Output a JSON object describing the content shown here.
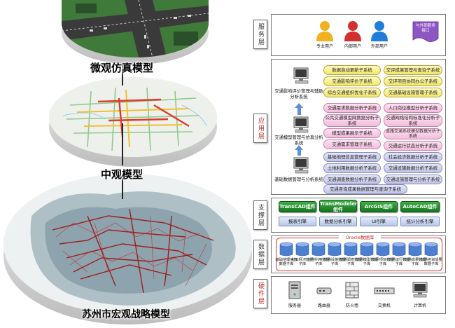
{
  "left": {
    "micro_label": "微观仿真模型",
    "meso_label": "中观模型",
    "macro_label": "苏州市宏观战略模型"
  },
  "layers": {
    "service": "服务层",
    "application": "应用层",
    "support": "支撑层",
    "data": "数据层",
    "hardware": "硬件层"
  },
  "service": {
    "users": [
      "专业用户",
      "内部用户",
      "外部用户"
    ],
    "interface_label": "与外部服务接口",
    "user_colors": [
      "#f0b21f",
      "#d32f2f",
      "#1f7fd8"
    ]
  },
  "application": {
    "group1": {
      "system": "交通影响评价管理与辅助分析系统",
      "left": [
        "数据自动更新子系统",
        "交通影响评价子系统",
        "综合交通组织优化子系统"
      ],
      "right": [
        "交评成果管理与查询子系统",
        "交评项目协同办公子系统",
        "交通基础设施管理子系统"
      ]
    },
    "group2": {
      "system": "交通模型管理与仿真分析系统",
      "left": [
        "交通需求数据分析子系统",
        "公共交通模型网数据分析子系统",
        "模型成果展示子系统",
        "交通需求管理子系统"
      ],
      "right": [
        "人口岗位模型分析子系统",
        "交通网络结构标准化分析子系统",
        "道路交通系统模型数据分析子系统",
        "交通运行状态分析子系统"
      ]
    },
    "group3": {
      "system": "基础数据管理与分析系统",
      "left": [
        "基础地理信息管理子系统",
        "土地利用数据分析子系统",
        "交通调查数据分析子系统"
      ],
      "right": [
        "社会经济数据分析子系统",
        "交通设施数据分析子系统",
        "交通设施管理与分析子系统"
      ],
      "bottom": "交通咨询成果数据管理与查询子系统"
    }
  },
  "support": {
    "components": [
      "TransCAD组件",
      "TransModeler组件",
      "ArcGIS组件",
      "AutoCAD组件"
    ],
    "engines": [
      "报表引擎",
      "数据分析引擎",
      "UI引擎",
      "统计分析引擎"
    ]
  },
  "data": {
    "db_name": "Oracle数据库",
    "databases": [
      "基础地理信息数据子库",
      "社会经济数据子库",
      "土地利用数据子库",
      "交通设施数据子库",
      "交通调查数据子库",
      "交通模型数据子库",
      "交评项目数据子库",
      "交通运行数据子库",
      "交通成果数据子库",
      "交通咨询成果数据子库"
    ]
  },
  "hardware": {
    "devices": [
      "服务器",
      "路由器",
      "防火墙",
      "交换机",
      "计算机"
    ]
  }
}
